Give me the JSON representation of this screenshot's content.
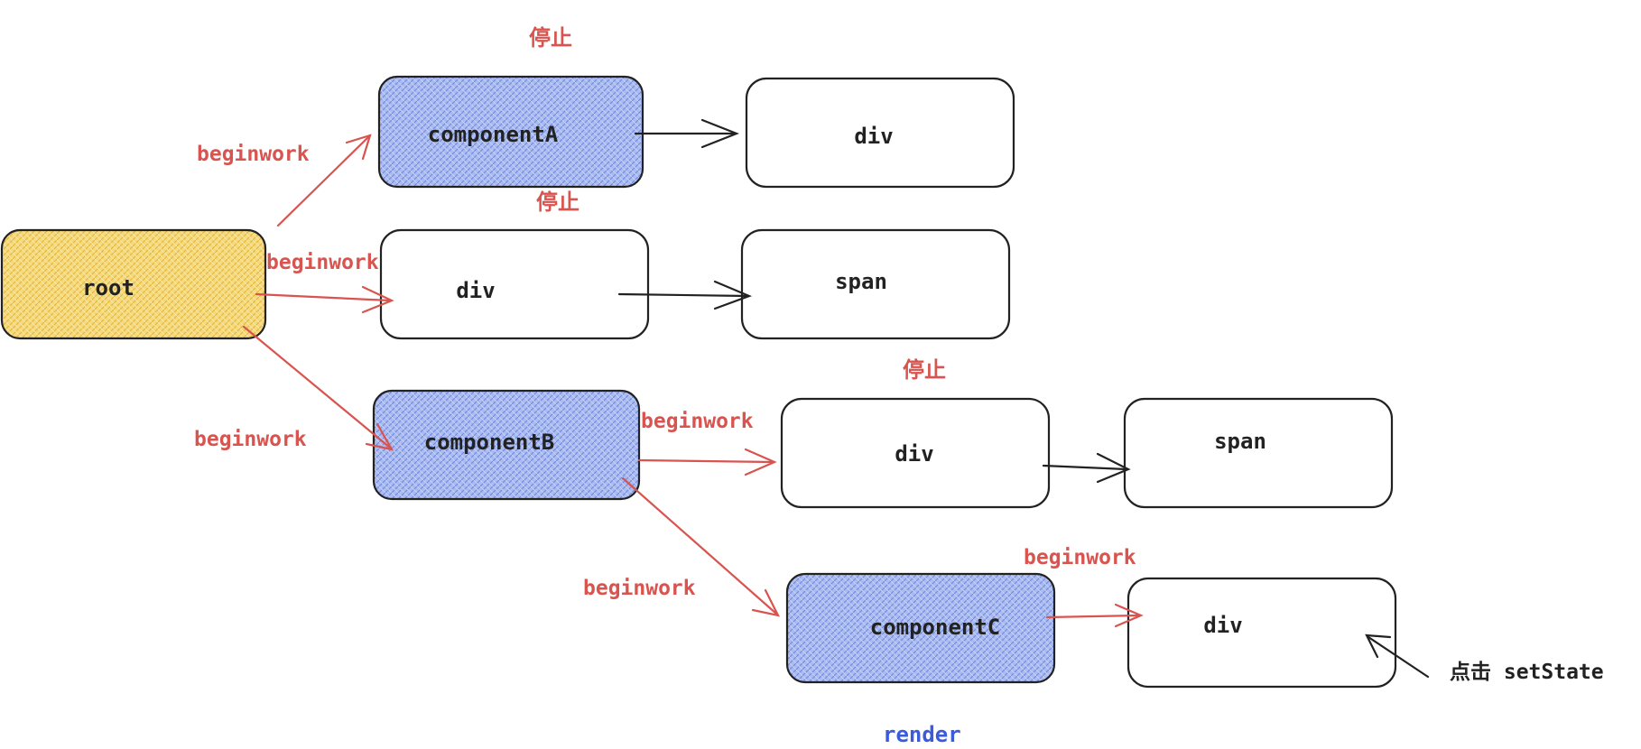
{
  "colors": {
    "red": "#d9534f",
    "blue_text": "#3b5bdb",
    "yellow_fill": "#f2d26b",
    "blue_fill": "#9fb3ee",
    "stroke": "#222222"
  },
  "nodes": {
    "root": "root",
    "componentA": "componentA",
    "divA": "div",
    "div1": "div",
    "span1": "span",
    "componentB": "componentB",
    "divB": "div",
    "spanB": "span",
    "componentC": "componentC",
    "divC": "div"
  },
  "labels": {
    "beginwork": "beginwork",
    "stop": "停止",
    "render": "render",
    "click_setstate": "点击 setState"
  }
}
